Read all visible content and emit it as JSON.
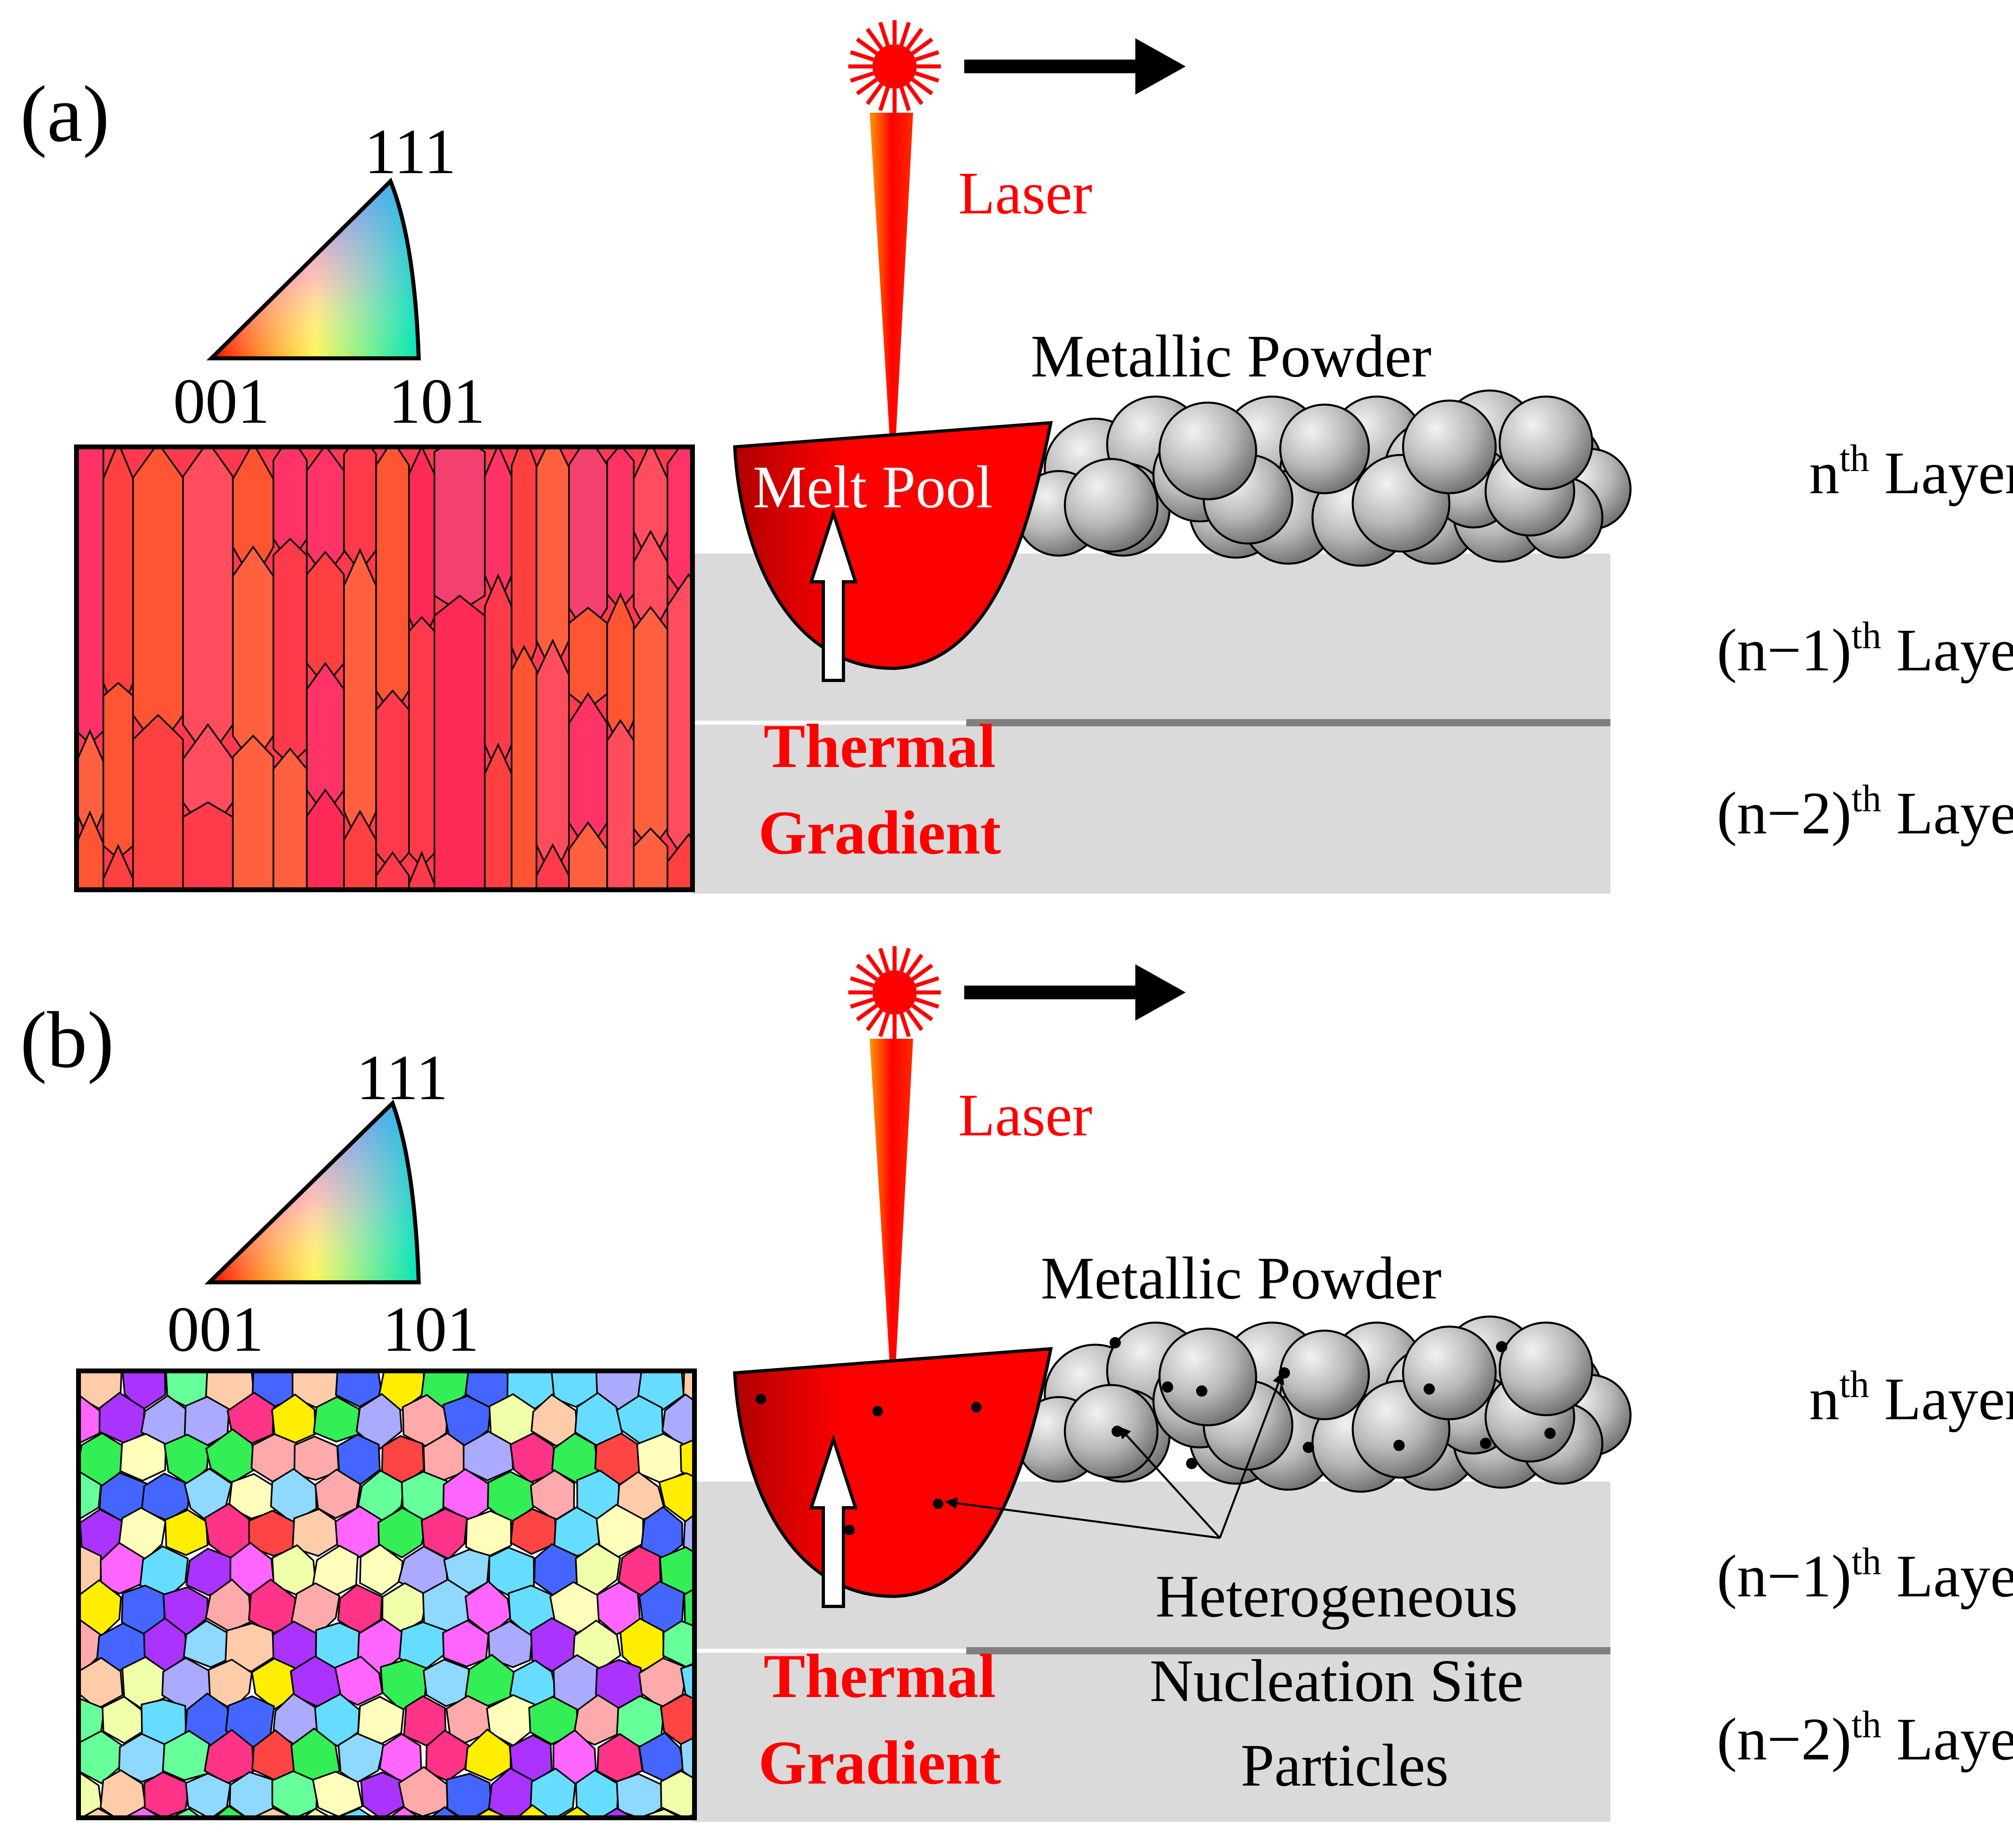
{
  "panels": [
    {
      "id": "a",
      "label": "(a)",
      "ipf": {
        "top": "111",
        "left": "001",
        "right": "101"
      },
      "laser_label": "Laser",
      "melt_pool_label": "Melt Pool",
      "powder_label": "Metallic Powder",
      "thermal_gradient_lines": [
        "Thermal",
        "Gradient"
      ],
      "layers": [
        {
          "prefix": "n",
          "sup": "th",
          "suffix": " Layer"
        },
        {
          "prefix": "(n−1)",
          "sup": "th",
          "suffix": " Layer"
        },
        {
          "prefix": "(n−2)",
          "sup": "th",
          "suffix": " Layer"
        }
      ],
      "microstructure": "columnar",
      "grain_colors": [
        "#ff3366",
        "#ff4040",
        "#ff5533",
        "#ff2a55",
        "#ff6040",
        "#ff3a4a",
        "#f24070",
        "#ff4d5e"
      ]
    },
    {
      "id": "b",
      "label": "(b)",
      "ipf": {
        "top": "111",
        "left": "001",
        "right": "101"
      },
      "laser_label": "Laser",
      "melt_pool_label": "",
      "powder_label": "Metallic Powder",
      "thermal_gradient_lines": [
        "Thermal",
        "Gradient"
      ],
      "nucleation_lines": [
        "Heterogeneous",
        "Nucleation Site",
        "Particles"
      ],
      "layers": [
        {
          "prefix": "n",
          "sup": "th",
          "suffix": " Layer"
        },
        {
          "prefix": "(n−1)",
          "sup": "th",
          "suffix": " Layer"
        },
        {
          "prefix": "(n−2)",
          "sup": "th",
          "suffix": " Layer"
        }
      ],
      "microstructure": "equiaxed",
      "grain_colors": [
        "#ff66ff",
        "#8fd8ff",
        "#ff4444",
        "#33ee55",
        "#ffffbb",
        "#aaaaff",
        "#ffaaaa",
        "#4466ff",
        "#f0ffaa",
        "#aa33ff",
        "#ffee00",
        "#ff3388",
        "#66ddff",
        "#ffccaa",
        "#66ff99"
      ]
    }
  ],
  "colors": {
    "laser_red": "#ff0000",
    "melt_pool_red": "#ee0000",
    "layer_gray": "#dadada",
    "powder_gray": "#a8a8a8"
  },
  "icons": [
    "laser-source-icon",
    "scan-direction-arrow-icon",
    "thermal-gradient-arrow-icon",
    "ipf-triangle-icon"
  ]
}
